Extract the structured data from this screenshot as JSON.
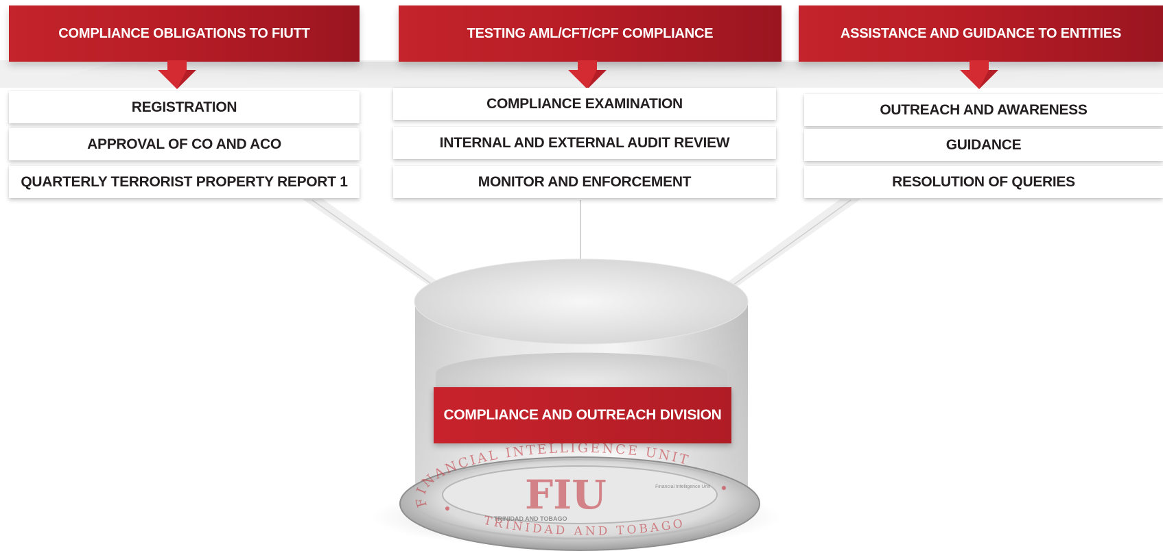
{
  "columns": [
    {
      "header": "COMPLIANCE OBLIGATIONS TO FIUTT",
      "items": [
        "REGISTRATION",
        "APPROVAL OF CO AND ACO",
        "QUARTERLY TERRORIST PROPERTY REPORT 1"
      ]
    },
    {
      "header": "TESTING AML/CFT/CPF COMPLIANCE",
      "items": [
        "COMPLIANCE EXAMINATION",
        "INTERNAL AND EXTERNAL AUDIT REVIEW",
        "MONITOR AND ENFORCEMENT"
      ]
    },
    {
      "header": "ASSISTANCE AND GUIDANCE TO ENTITIES",
      "items": [
        "OUTREACH AND AWARENESS",
        "GUIDANCE",
        "RESOLUTION OF QUERIES"
      ]
    }
  ],
  "division": "COMPLIANCE AND OUTREACH DIVISION",
  "seal": {
    "initials": "FIU",
    "top_text": "FINANCIAL INTELLIGENCE UNIT",
    "bottom_text": "TRINIDAD AND TOBAGO",
    "inner_text": "TRINIDAD AND TOBAGO",
    "side_text": "Financial Intelligence Unit"
  },
  "colors": {
    "brand_red": "#c4242b",
    "dark_red": "#9a1520",
    "text_dark": "#231f20"
  }
}
